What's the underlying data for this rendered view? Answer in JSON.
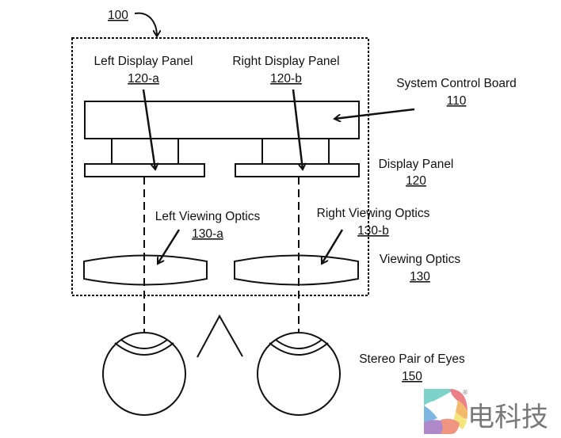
{
  "figure": {
    "system_ref": "100",
    "components": {
      "system_control_board": {
        "label": "System Control Board",
        "ref": "110"
      },
      "display_panel": {
        "label": "Display Panel",
        "ref": "120"
      },
      "left_display_panel": {
        "label": "Left Display Panel",
        "ref": "120-a"
      },
      "right_display_panel": {
        "label": "Right Display Panel",
        "ref": "120-b"
      },
      "viewing_optics": {
        "label": "Viewing Optics",
        "ref": "130"
      },
      "left_viewing_optics": {
        "label": "Left Viewing Optics",
        "ref": "130-a"
      },
      "right_viewing_optics": {
        "label": "Right Viewing Optics",
        "ref": "130-b"
      },
      "stereo_eyes": {
        "label": "Stereo Pair of Eyes",
        "ref": "150"
      }
    }
  },
  "watermark": {
    "text": "电科技",
    "registered_mark": "®",
    "colors": [
      "#6fcfc4",
      "#e9737a",
      "#f2b35e",
      "#f3e36f",
      "#6fb0dc",
      "#a77cc4",
      "#ef8a74"
    ]
  },
  "colors": {
    "line": "#111111",
    "background": "#ffffff"
  }
}
